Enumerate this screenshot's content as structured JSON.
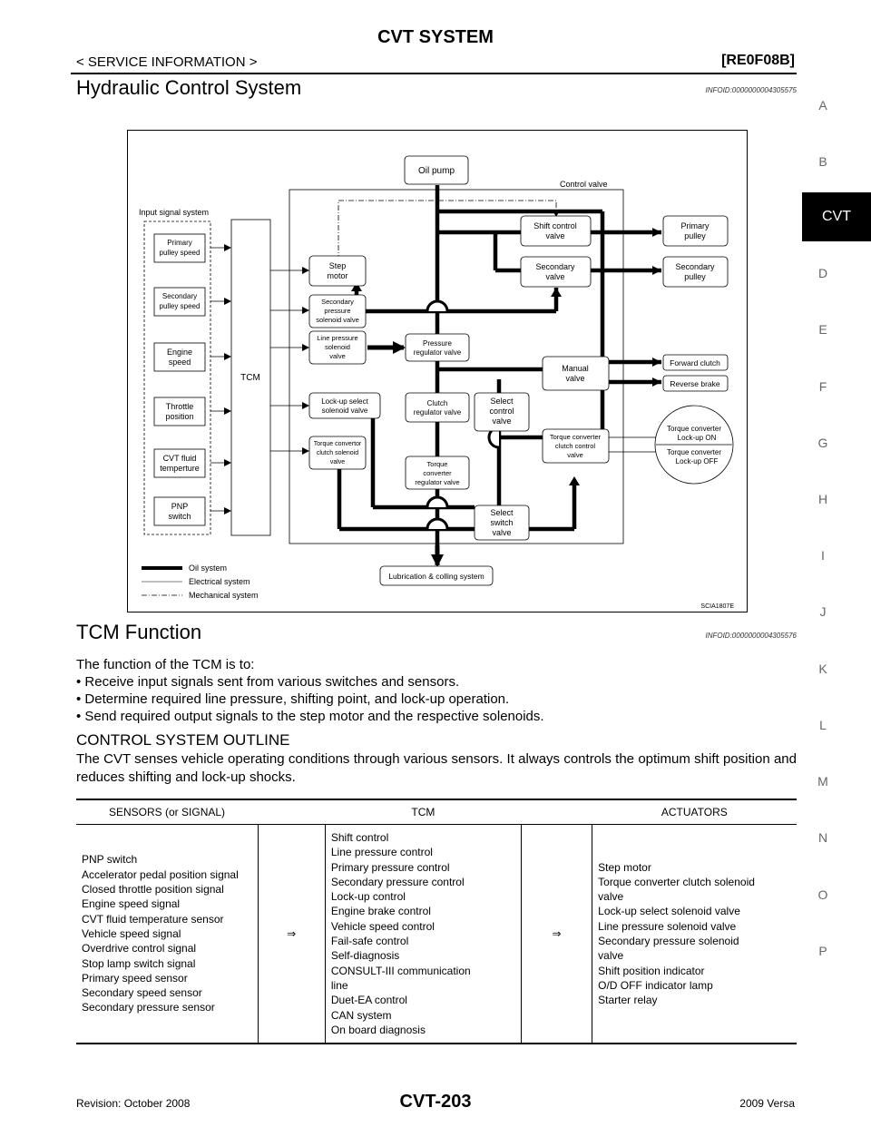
{
  "header": {
    "title": "CVT SYSTEM",
    "service_info": "< SERVICE INFORMATION >",
    "model_code": "[RE0F08B]"
  },
  "section1": {
    "title": "Hydraulic Control System",
    "info_id": "INFOID:0000000004305575"
  },
  "diagram": {
    "labels": {
      "oil_pump": "Oil pump",
      "control_valve": "Control valve",
      "input_signal_system": "Input signal system",
      "tcm": "TCM",
      "step_motor": [
        "Step",
        "motor"
      ],
      "sec_pressure_solenoid": [
        "Secondary",
        "pressure",
        "solenoid valve"
      ],
      "line_pressure_solenoid": [
        "Line pressure",
        "solenoid",
        "valve"
      ],
      "lockup_select_solenoid": [
        "Lock-up select",
        "solenoid valve"
      ],
      "tcc_solenoid": [
        "Torque convertor",
        "clutch solenoid",
        "valve"
      ],
      "shift_control_valve": [
        "Shift control",
        "valve"
      ],
      "secondary_valve": [
        "Secondary",
        "valve"
      ],
      "primary_pulley": [
        "Primary",
        "pulley"
      ],
      "secondary_pulley": [
        "Secondary",
        "pulley"
      ],
      "pressure_regulator": [
        "Pressure",
        "regulator valve"
      ],
      "manual_valve": [
        "Manual",
        "valve"
      ],
      "forward_clutch": "Forward clutch",
      "reverse_brake": "Reverse brake",
      "clutch_regulator": [
        "Clutch",
        "regulator valve"
      ],
      "select_control": [
        "Select",
        "control",
        "valve"
      ],
      "tcc_control_valve": [
        "Torque converter",
        "clutch control",
        "valve"
      ],
      "torque_conv_regulator": [
        "Torque",
        "converter",
        "regulator valve"
      ],
      "select_switch": [
        "Select",
        "switch",
        "valve"
      ],
      "tc_lockup_on": [
        "Torque converter",
        "Lock-up ON"
      ],
      "tc_lockup_off": [
        "Torque converter",
        "Lock-up OFF"
      ],
      "lubrication": "Lubrication & colling system",
      "figure_id": "SCIA1807E"
    },
    "inputs": [
      [
        "Primary",
        "pulley speed"
      ],
      [
        "Secondary",
        "pulley speed"
      ],
      [
        "Engine",
        "speed"
      ],
      [
        "Throttle",
        "position"
      ],
      [
        "CVT fluid",
        "temperture"
      ],
      [
        "PNP",
        "switch"
      ]
    ],
    "legend": [
      "Oil system",
      "Electrical system",
      "Mechanical system"
    ]
  },
  "section2": {
    "title": "TCM Function",
    "info_id": "INFOID:0000000004305576",
    "intro": "The function of the TCM is to:",
    "bullets": [
      "Receive input signals sent from various switches and sensors.",
      "Determine required line pressure, shifting point, and lock-up operation.",
      "Send required output signals to the step motor and the respective solenoids."
    ]
  },
  "control_outline": {
    "title": "CONTROL SYSTEM OUTLINE",
    "text": "The CVT senses vehicle operating conditions through various sensors. It always controls the optimum shift position and reduces shifting and lock-up shocks."
  },
  "table": {
    "headers": [
      "SENSORS (or SIGNAL)",
      "",
      "TCM",
      "",
      "ACTUATORS"
    ],
    "arrow": "⇒",
    "sensors": [
      "PNP switch",
      "Accelerator pedal position signal",
      "Closed throttle position signal",
      "Engine speed signal",
      "CVT fluid temperature sensor",
      "Vehicle speed signal",
      "Overdrive control signal",
      "Stop lamp switch signal",
      "Primary speed sensor",
      "Secondary speed sensor",
      "Secondary pressure sensor"
    ],
    "tcm": [
      "Shift control",
      "Line pressure control",
      "Primary pressure control",
      "Secondary pressure control",
      "Lock-up control",
      "Engine brake control",
      "Vehicle speed control",
      "Fail-safe control",
      "Self-diagnosis",
      "CONSULT-III communication",
      "line",
      "Duet-EA control",
      "CAN system",
      "On board diagnosis"
    ],
    "actuators": [
      "Step motor",
      "Torque converter clutch solenoid",
      "valve",
      "Lock-up select solenoid valve",
      "Line pressure solenoid valve",
      "Secondary pressure solenoid",
      "valve",
      "Shift position indicator",
      "O/D OFF indicator lamp",
      "Starter relay"
    ]
  },
  "sidebar": {
    "letters": [
      "A",
      "B",
      "CVT",
      "D",
      "E",
      "F",
      "G",
      "H",
      "I",
      "J",
      "K",
      "L",
      "M",
      "N",
      "O",
      "P"
    ],
    "active": "CVT"
  },
  "footer": {
    "revision": "Revision: October 2008",
    "page": "CVT-203",
    "model": "2009 Versa"
  }
}
